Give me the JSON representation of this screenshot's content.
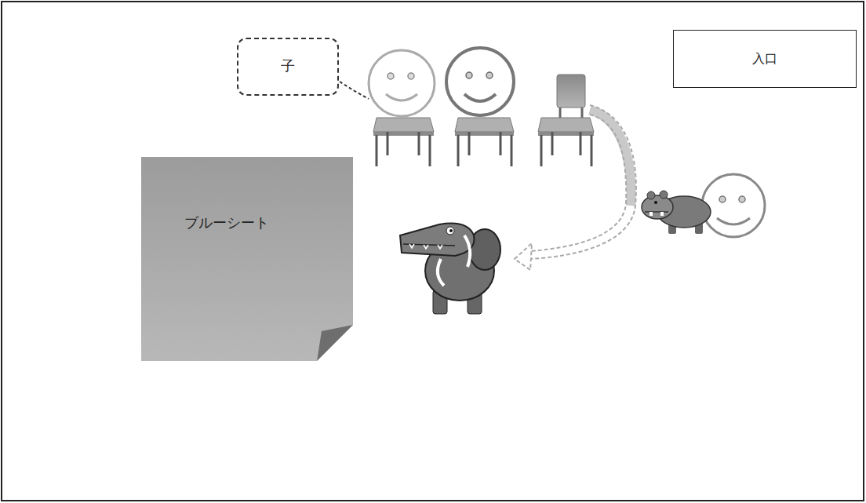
{
  "diagram": {
    "nodes": [
      {
        "text": [
          "子"
        ]
      },
      {
        "text": [
          "入口"
        ]
      },
      {
        "text": [
          "ブルーシート"
        ]
      }
    ]
  }
}
